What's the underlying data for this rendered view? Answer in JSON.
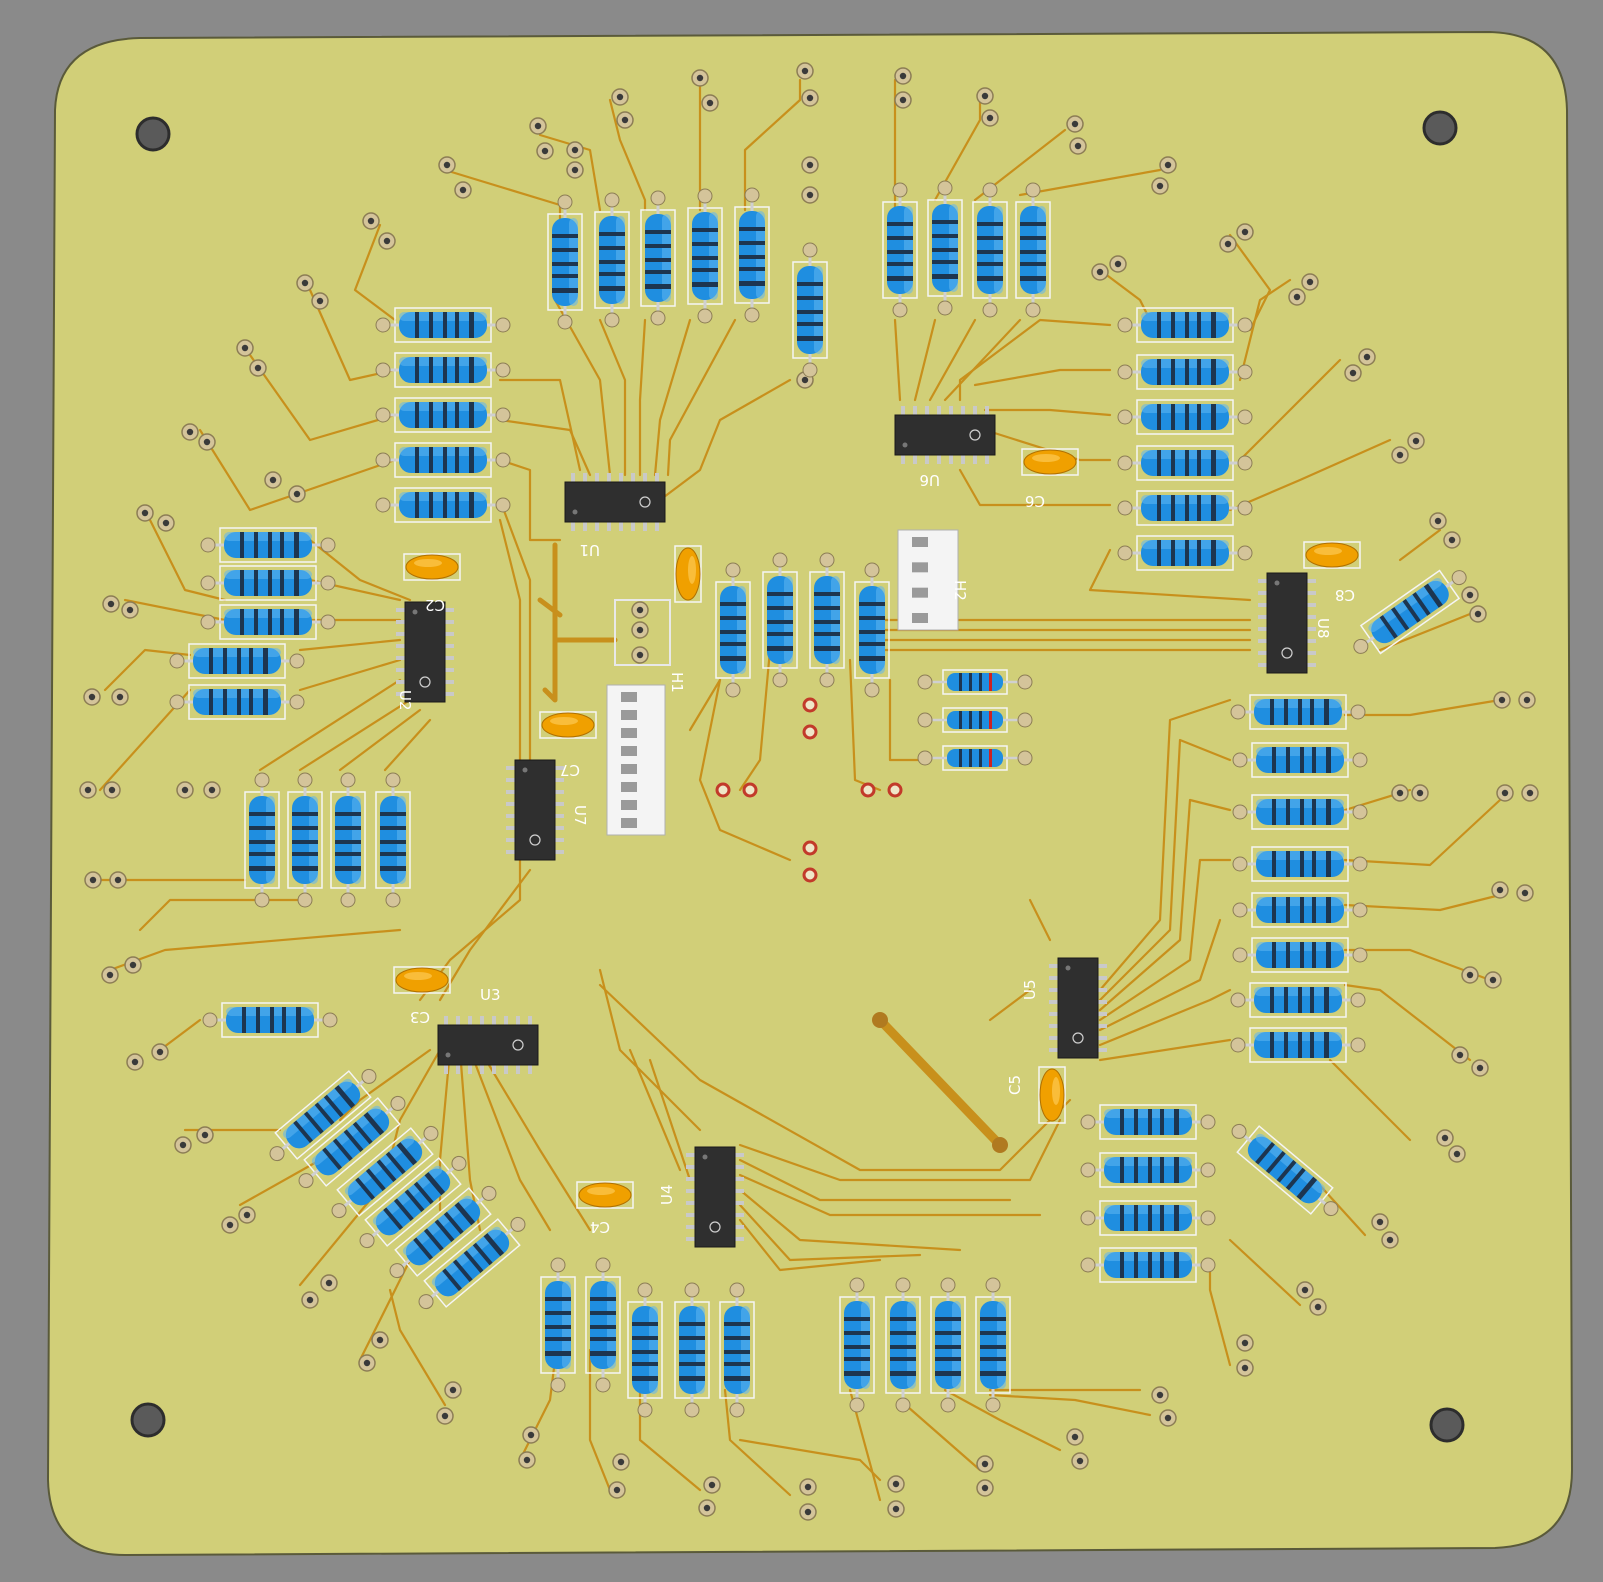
{
  "colors": {
    "background": "#8a8a8a",
    "board": "#d1cf78",
    "trace": "#c8901c",
    "pad": "#d4c49a",
    "ic_body": "#2f2f2f",
    "ic_pin": "#c9c9c9",
    "resistor": "#1f8ee0",
    "resistor_band": "#1d3550",
    "capacitor": "#f0a000",
    "connector": "#f4f4f4",
    "hole": "#5a5a5a",
    "silkscreen": "#ffffff",
    "test_pad": "#c23a2a"
  },
  "icon": "pcb-board-render",
  "designators": {
    "u1": "U1",
    "u2": "U2",
    "u3": "U3",
    "u4": "U4",
    "u5": "U5",
    "u6": "U6",
    "u7": "U7",
    "u8": "U8",
    "c2": "C2",
    "c3": "C3",
    "c4": "C4",
    "c5": "C5",
    "c6": "C6",
    "c7": "C7",
    "c8": "C8",
    "h1": "H1",
    "h2": "H2"
  }
}
